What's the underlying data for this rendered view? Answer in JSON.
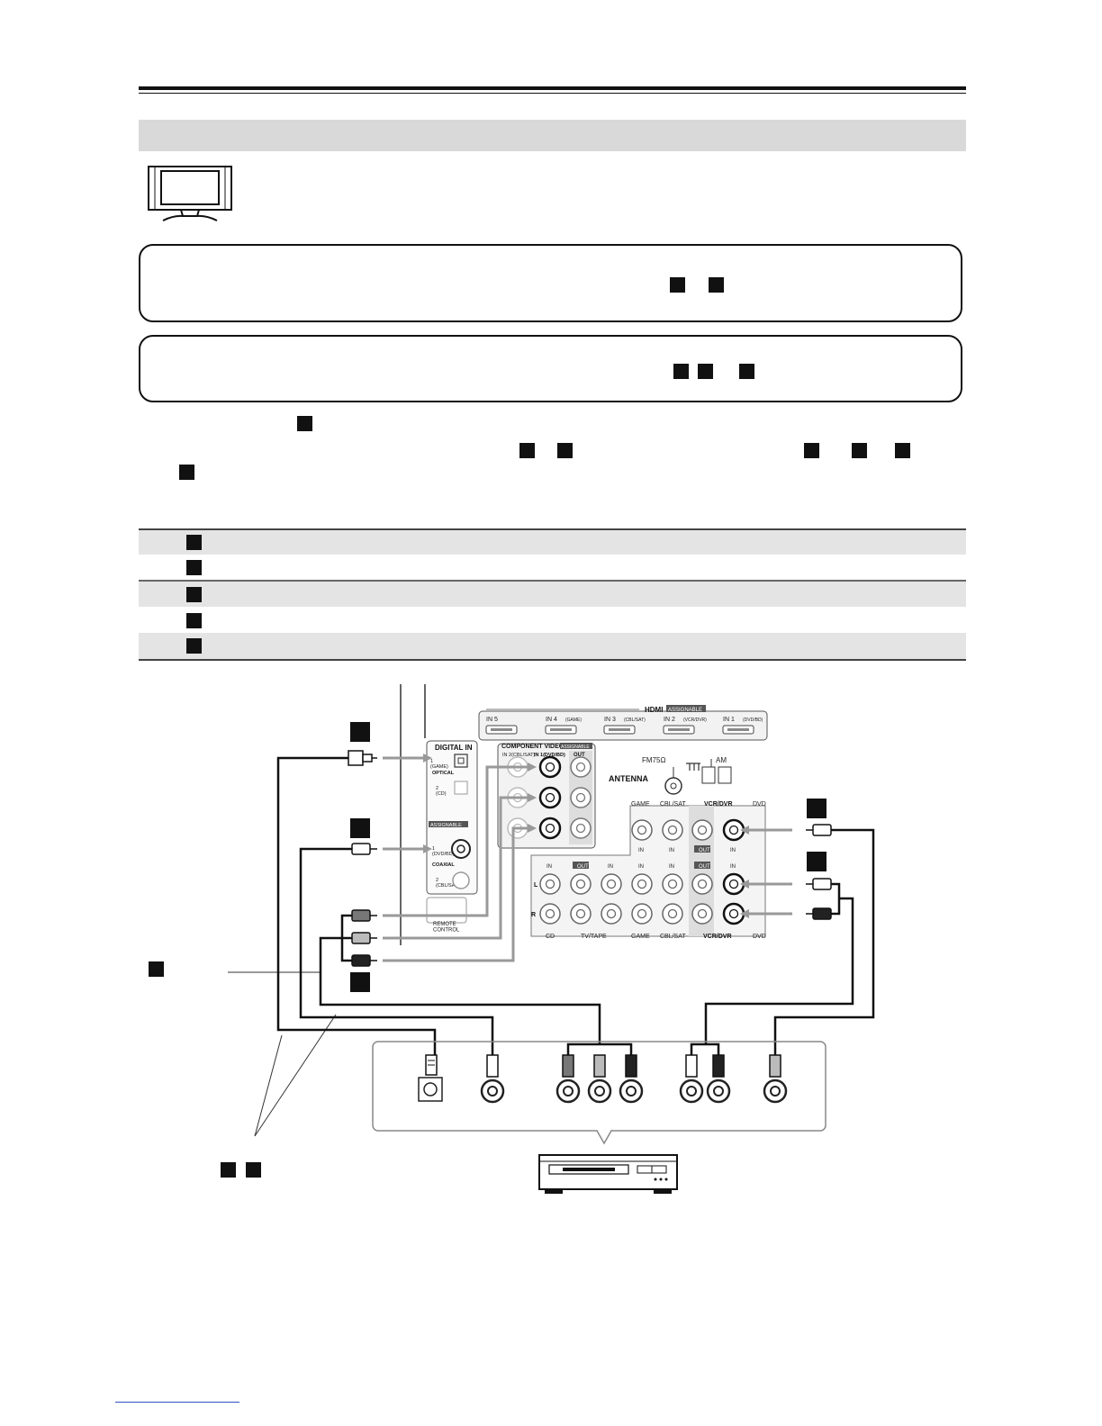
{
  "rear_panel": {
    "hdmi": {
      "title": "HDMI",
      "assignable": "ASSIGNABLE",
      "inputs": [
        "IN 5",
        "IN 4",
        "IN 3",
        "IN 2",
        "IN 1"
      ],
      "input_names": [
        "",
        "(GAME)",
        "(CBL/SAT)",
        "(VCR/DVR)",
        "(DVD/BD)"
      ]
    },
    "digital_in": {
      "title": "DIGITAL IN",
      "optical_1": "1\n(GAME)",
      "optical_label": "OPTICAL",
      "optical_2": "2\n(CD)",
      "assignable": "ASSIGNABLE",
      "coaxial_1": "1\n(DVD/BD)",
      "coaxial_label": "COAXIAL",
      "coaxial_2": "2\n(CBL/SAT)"
    },
    "component_video": {
      "title": "COMPONENT VIDEO",
      "assignable": "ASSIGNABLE",
      "in2": "IN 2(CBL/SAT)",
      "in1": "IN 1(DVD/BD)",
      "out": "OUT"
    },
    "remote_control": "REMOTE\nCONTROL",
    "antenna": {
      "label": "ANTENNA",
      "fm": "FM75Ω",
      "am": "AM"
    },
    "video_groups": {
      "game": "GAME",
      "cbl_sat": "CBL/SAT",
      "vcr_dvr": "VCR/DVR",
      "dvd": "DVD",
      "in": "IN",
      "out": "OUT"
    },
    "audio_groups": {
      "l": "L",
      "r": "R",
      "cd": "CD",
      "tv_tape": "TV/TAPE",
      "game": "GAME",
      "cbl_sat": "CBL/SAT",
      "vcr_dvr": "VCR/DVR",
      "dvd": "DVD",
      "in": "IN",
      "out": "OUT"
    }
  }
}
